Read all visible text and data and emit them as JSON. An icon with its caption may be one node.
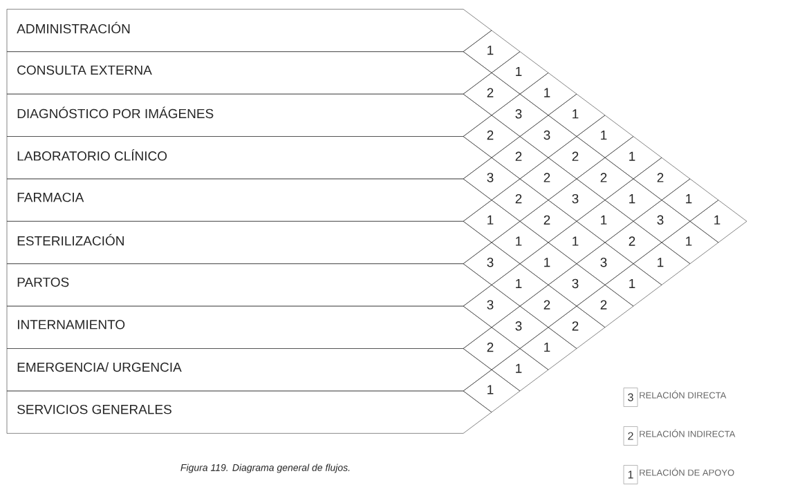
{
  "diagram": {
    "caption": "Figura 119. Diagrama general de flujos.",
    "nodes": [
      {
        "text": [
          "ADMINISTRACIÓN"
        ]
      },
      {
        "text": [
          "CONSULTA EXTERNA"
        ]
      },
      {
        "text": [
          "DIAGNÓSTICO POR IMÁGENES"
        ]
      },
      {
        "text": [
          "LABORATORIO CLÍNICO"
        ]
      },
      {
        "text": [
          "FARMACIA"
        ]
      },
      {
        "text": [
          "ESTERILIZACIÓN"
        ]
      },
      {
        "text": [
          "PARTOS"
        ]
      },
      {
        "text": [
          "INTERNAMIENTO"
        ]
      },
      {
        "text": [
          "EMERGENCIA/ URGENCIA"
        ]
      },
      {
        "text": [
          "SERVICIOS GENERALES"
        ]
      },
      {
        "text": [
          "1"
        ]
      },
      {
        "text": [
          "1"
        ]
      },
      {
        "text": [
          "2"
        ]
      },
      {
        "text": [
          "1"
        ]
      },
      {
        "text": [
          "3"
        ]
      },
      {
        "text": [
          "1"
        ]
      },
      {
        "text": [
          "2"
        ]
      },
      {
        "text": [
          "3"
        ]
      },
      {
        "text": [
          "1"
        ]
      },
      {
        "text": [
          "2"
        ]
      },
      {
        "text": [
          "2"
        ]
      },
      {
        "text": [
          "1"
        ]
      },
      {
        "text": [
          "3"
        ]
      },
      {
        "text": [
          "2"
        ]
      },
      {
        "text": [
          "2"
        ]
      },
      {
        "text": [
          "2"
        ]
      },
      {
        "text": [
          "2"
        ]
      },
      {
        "text": [
          "3"
        ]
      },
      {
        "text": [
          "1"
        ]
      },
      {
        "text": [
          "1"
        ]
      },
      {
        "text": [
          "1"
        ]
      },
      {
        "text": [
          "2"
        ]
      },
      {
        "text": [
          "1"
        ]
      },
      {
        "text": [
          "3"
        ]
      },
      {
        "text": [
          "1"
        ]
      },
      {
        "text": [
          "1"
        ]
      },
      {
        "text": [
          "1"
        ]
      },
      {
        "text": [
          "2"
        ]
      },
      {
        "text": [
          "1"
        ]
      },
      {
        "text": [
          "3"
        ]
      },
      {
        "text": [
          "1"
        ]
      },
      {
        "text": [
          "3"
        ]
      },
      {
        "text": [
          "1"
        ]
      },
      {
        "text": [
          "1"
        ]
      },
      {
        "text": [
          "3"
        ]
      },
      {
        "text": [
          "1"
        ]
      },
      {
        "text": [
          "3"
        ]
      },
      {
        "text": [
          "2"
        ]
      },
      {
        "text": [
          "2"
        ]
      },
      {
        "text": [
          "3"
        ]
      },
      {
        "text": [
          "2"
        ]
      },
      {
        "text": [
          "2"
        ]
      },
      {
        "text": [
          "1"
        ]
      },
      {
        "text": [
          "1"
        ]
      },
      {
        "text": [
          "1"
        ]
      }
    ],
    "labels": [
      "3",
      "2",
      "1"
    ],
    "legend": [
      {
        "text": "RELACIÓN DIRECTA"
      },
      {
        "text": "RELACIÓN INDIRECTA"
      },
      {
        "text": "RELACIÓN DE APOYO"
      }
    ]
  }
}
